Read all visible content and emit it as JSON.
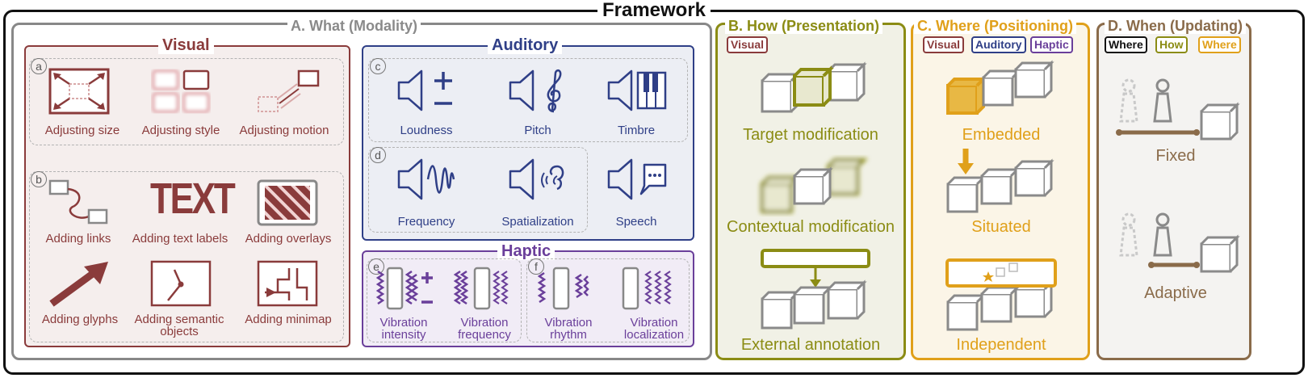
{
  "title": "Framework",
  "colors": {
    "visual": "#8a3b3b",
    "auditory": "#2f3f87",
    "haptic": "#6a3f9a",
    "how": "#8b8c14",
    "where": "#e0a01a",
    "when": "#8a6b4a",
    "grey": "#888888"
  },
  "sectionA": {
    "title": "A. What (Modality)",
    "visual": {
      "title": "Visual",
      "group_a": {
        "letter": "a",
        "items": [
          "Adjusting size",
          "Adjusting style",
          "Adjusting motion"
        ]
      },
      "group_b": {
        "letter": "b",
        "items": [
          "Adding links",
          "Adding text labels",
          "Adding overlays",
          "Adding glyphs",
          "Adding semantic objects",
          "Adding minimap"
        ],
        "text_icon": "TEXT"
      }
    },
    "auditory": {
      "title": "Auditory",
      "group_c": {
        "letter": "c",
        "items": [
          "Loudness",
          "Pitch",
          "Timbre"
        ]
      },
      "group_d": {
        "letter": "d",
        "items": [
          "Frequency",
          "Spatialization"
        ]
      },
      "extra": "Speech"
    },
    "haptic": {
      "title": "Haptic",
      "group_e": {
        "letter": "e",
        "items": [
          "Vibration intensity",
          "Vibration frequency"
        ]
      },
      "group_f": {
        "letter": "f",
        "items": [
          "Vibration rhythm",
          "Vibration localization"
        ]
      }
    }
  },
  "sectionB": {
    "title": "B. How (Presentation)",
    "tags": [
      "Visual"
    ],
    "items": [
      "Target modification",
      "Contextual modification",
      "External annotation"
    ]
  },
  "sectionC": {
    "title": "C. Where (Positioning)",
    "tags": [
      "Visual",
      "Auditory",
      "Haptic"
    ],
    "items": [
      "Embedded",
      "Situated",
      "Independent"
    ]
  },
  "sectionD": {
    "title": "D. When (Updating)",
    "tags": [
      "Where",
      "How",
      "Where"
    ],
    "items": [
      "Fixed",
      "Adaptive"
    ]
  }
}
